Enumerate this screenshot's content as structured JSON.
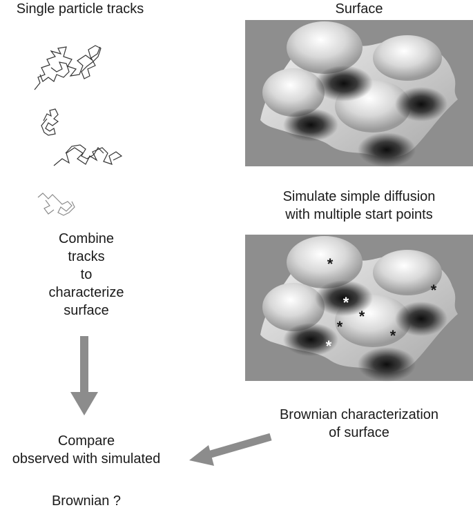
{
  "left": {
    "title": "Single particle tracks",
    "combine_lines": [
      "Combine",
      "tracks",
      "to",
      "characterize",
      "surface"
    ]
  },
  "right": {
    "title": "Surface",
    "simulate_lines": [
      "Simulate simple diffusion",
      "with multiple start points"
    ],
    "brownian_char_lines": [
      "Brownian characterization",
      "of surface"
    ],
    "marker_glyph": "*"
  },
  "bottom": {
    "compare_lines": [
      "Compare",
      "observed with simulated"
    ],
    "question": "Brownian ?"
  },
  "colors": {
    "surface_background": "#8e8e8e",
    "arrow": "#8c8c8c",
    "track_dark": "#333333",
    "track_light": "#8a8a8a"
  }
}
